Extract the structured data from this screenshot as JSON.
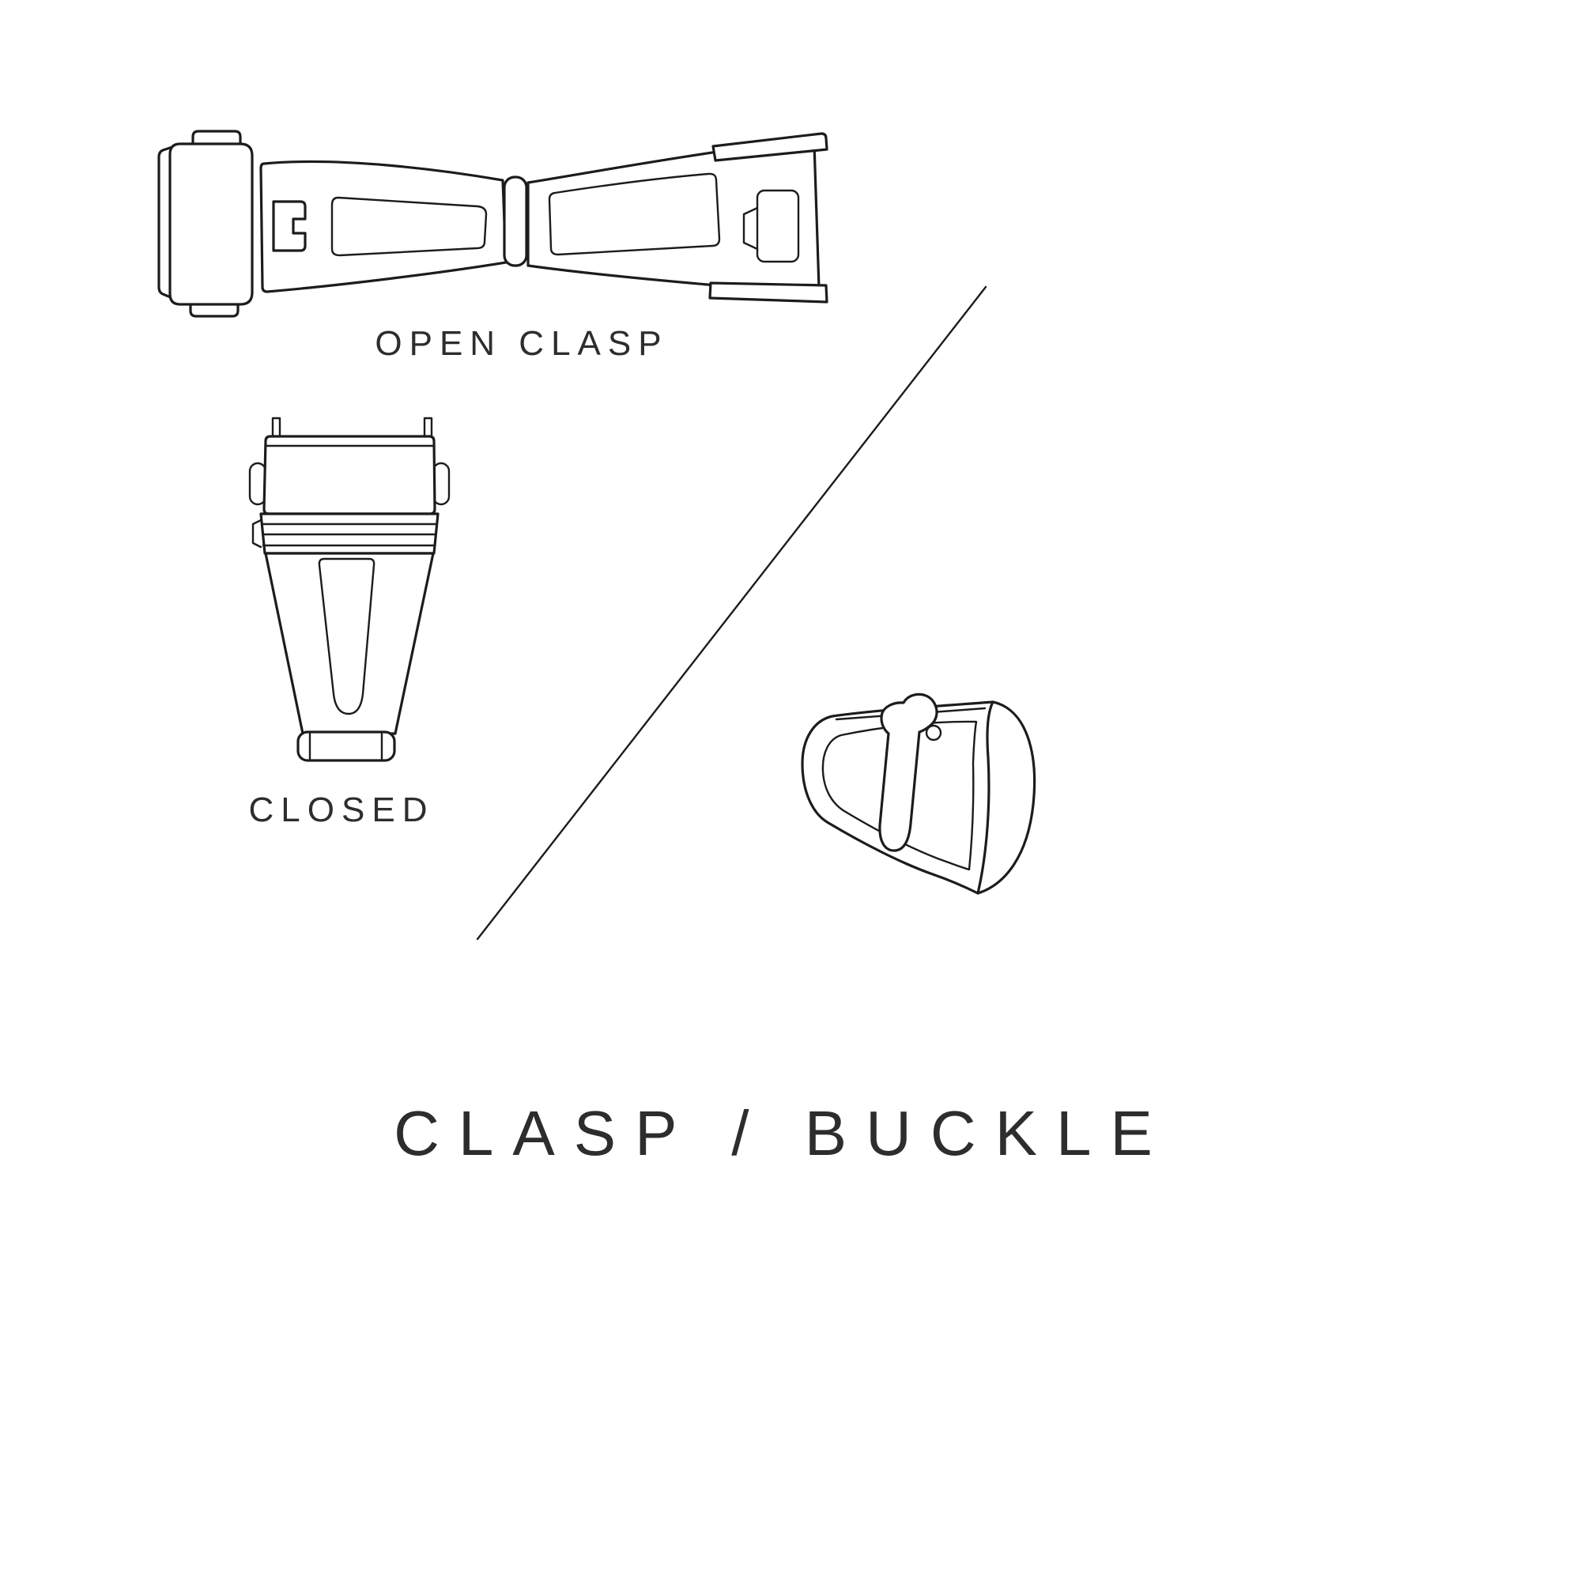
{
  "page": {
    "colors": {
      "background-color": "#ffffff",
      "line-color": "#1c1c1c",
      "text-color": "#2d2d2d"
    }
  },
  "diagram": {
    "title": "CLASP / BUCKLE",
    "labels": {
      "open_clasp": "OPEN CLASP",
      "closed": "CLOSED"
    }
  }
}
